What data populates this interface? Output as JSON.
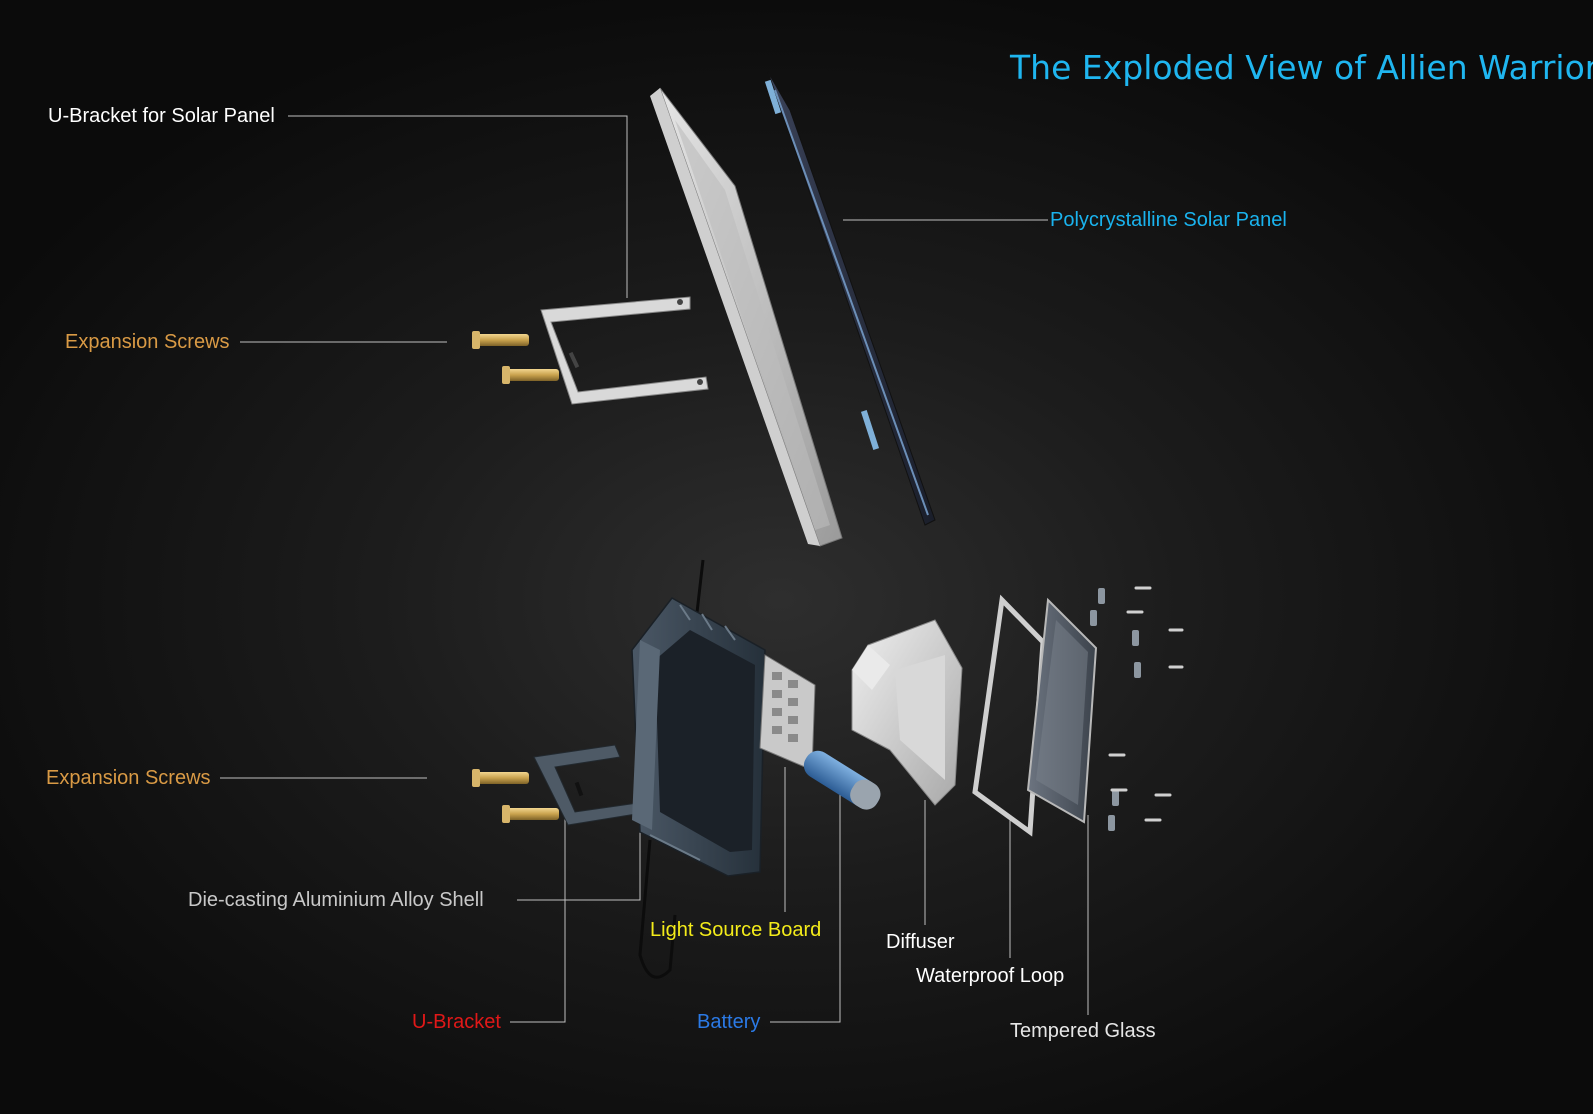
{
  "title": "The Exploded View of Allien Warrior",
  "colors": {
    "background": "#111111",
    "title": "#1fb6f0",
    "white_label": "#ffffff",
    "orange_label": "#d99a45",
    "blue_label": "#1ab3ee",
    "yellow_label": "#f4ec1a",
    "red_label": "#e01818",
    "dark_blue_label": "#2b7ae6",
    "grey_label": "#c8c8c8",
    "light_label": "#e6e6e6"
  },
  "labels": {
    "u_bracket_solar_panel": "U-Bracket for Solar Panel",
    "expansion_screws_top": "Expansion Screws",
    "polycrystalline_solar_panel": "Polycrystalline Solar Panel",
    "expansion_screws_bottom": "Expansion Screws",
    "die_casting_shell": "Die-casting Aluminium Alloy Shell",
    "light_source_board": "Light Source Board",
    "diffuser": "Diffuser",
    "waterproof_loop": "Waterproof Loop",
    "u_bracket": "U-Bracket",
    "battery": "Battery",
    "tempered_glass": "Tempered Glass"
  }
}
